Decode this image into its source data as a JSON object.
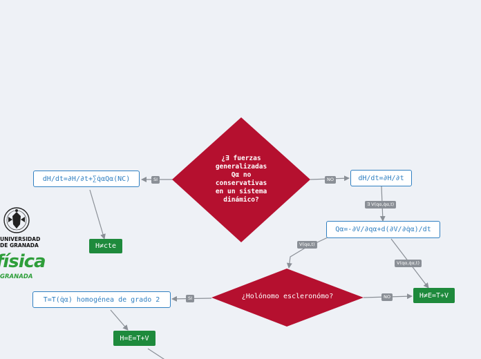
{
  "colors": {
    "diamond": "#b5102f",
    "node_border": "#2f7fc1",
    "node_text": "#2f7fc1",
    "result_fill": "#1e8a3c",
    "edge_label_fill": "#8a8f96",
    "edge": "#8a8f96",
    "logo_green": "#2e9e3a"
  },
  "diagram": {
    "decision1": {
      "text": "¿∃ fuerzas\ngeneralizadas\nQα no\nconservativas\nen un sistema\ndinámico?"
    },
    "decision2": {
      "text": "¿Holónomo escleronómo?"
    },
    "nodes": {
      "dH_nc": "dH/dt=∂H/∂t+∑q̇αQα(NC)",
      "dH_partial": "dH/dt=∂H/∂t",
      "Q_alpha": "Qα=-∂V/∂qα+d(∂V/∂q̇α)/dt",
      "T_homog": "T=T(q̇α) homogénea de grado 2"
    },
    "results": {
      "H_not_const": "H≠cte",
      "H_neq_E": "H≠E=T+V",
      "H_eq_E": "H=E=T+V"
    },
    "edge_labels": {
      "si_1": "SI",
      "no_1": "NO",
      "exists_V": "∃ V(qα,q̇α,t)",
      "V_qt": "V(qα,t)",
      "V_qqt": "V(qα,q̇α,t)",
      "si_2": "SI",
      "no_2": "NO"
    }
  },
  "logos": {
    "ugr_line1": "UNIVERSIDAD",
    "ugr_line2": "DE GRANADA",
    "fisica_big": "física",
    "fisica_small": "GRANADA"
  }
}
